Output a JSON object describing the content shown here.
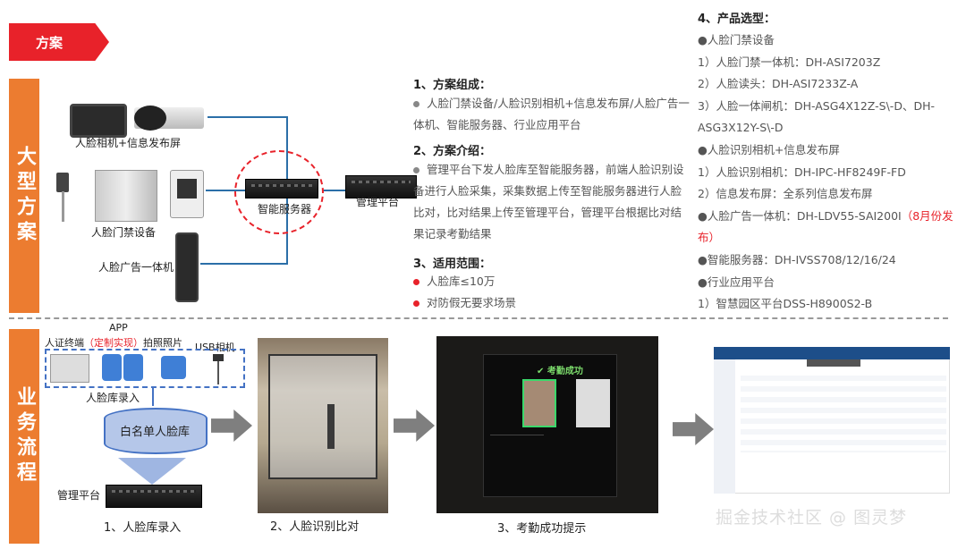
{
  "header": {
    "ribbon_label": "方案"
  },
  "side": {
    "top": "大型方案",
    "bottom": "业务流程"
  },
  "topology": {
    "camera_screen_label": "人脸相机+信息发布屏",
    "access_label": "人脸门禁设备",
    "ad_label": "人脸广告一体机",
    "server_label": "智能服务器",
    "platform_label": "管理平台"
  },
  "composition": {
    "s1_title": "1、方案组成：",
    "s1_text": "人脸门禁设备/人脸识别相机+信息发布屏/人脸广告一体机、智能服务器、行业应用平台",
    "s2_title": "2、方案介绍：",
    "s2_text": "管理平台下发人脸库至智能服务器，前端人脸识别设备进行人脸采集，采集数据上传至智能服务器进行人脸比对，比对结果上传至管理平台，管理平台根据比对结果记录考勤结果",
    "s3_title": "3、适用范围：",
    "s3_items": [
      "人脸库≤10万",
      "对防假无要求场景"
    ]
  },
  "selection": {
    "title": "4、产品选型：",
    "lines": [
      "●人脸门禁设备",
      "1）人脸门禁一体机：DH-ASI7203Z",
      "2）人脸读头：DH-ASI7233Z-A",
      "3）人脸一体闸机：DH-ASG4X12Z-S\\-D、DH-",
      "ASG3X12Y-S\\-D",
      "●人脸识别相机+信息发布屏",
      "1）人脸识别相机：DH-IPC-HF8249F-FD",
      "2）信息发布屏：全系列信息发布屏",
      "●人脸广告一体机：DH-LDV55-SAI200I"
    ],
    "ad_note": "（8月份发布）",
    "lines2": [
      "●智能服务器：DH-IVSS708/12/16/24",
      "●行业应用平台",
      "1）智慧园区平台DSS-H8900S2-B"
    ]
  },
  "flow": {
    "app_label": "APP",
    "terminal_label": "人证终端",
    "custom_label": "（定制实现）",
    "photo_label": "拍照照片",
    "usb_label": "USB相机",
    "entry_label": "人脸库录入",
    "whitelist_label": "白名单人脸库",
    "platform_label": "管理平台",
    "step1": "1、人脸库录入",
    "step2": "2、人脸识别比对",
    "step3": "3、考勤成功提示",
    "success_text": "考勤成功"
  },
  "watermark": "掘金技术社区 @ 图灵梦",
  "colors": {
    "red": "#e8222a",
    "orange": "#ec7c30",
    "blue": "#4472c4"
  }
}
